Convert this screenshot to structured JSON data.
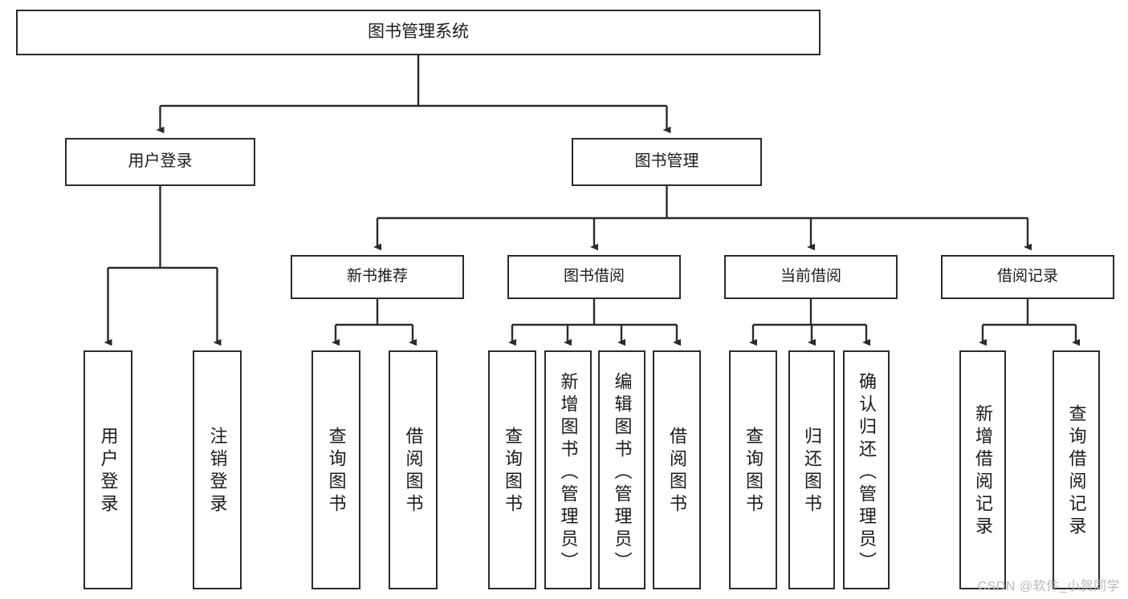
{
  "diagram": {
    "title": "图书管理系统",
    "type": "tree",
    "stroke_color": "#2b2b2b",
    "fill_color": "#ffffff",
    "text_color": "#1a1a1a",
    "root": {
      "label": "图书管理系统"
    },
    "level1": [
      {
        "label": "用户登录"
      },
      {
        "label": "图书管理"
      }
    ],
    "level2": [
      {
        "label": "新书推荐"
      },
      {
        "label": "图书借阅"
      },
      {
        "label": "当前借阅"
      },
      {
        "label": "借阅记录"
      }
    ],
    "leaves": [
      {
        "label": "用户登录",
        "parent": "用户登录"
      },
      {
        "label": "注销登录",
        "parent": "用户登录"
      },
      {
        "label": "查询图书",
        "parent": "新书推荐"
      },
      {
        "label": "借阅图书",
        "parent": "新书推荐"
      },
      {
        "label": "查询图书",
        "parent": "图书借阅"
      },
      {
        "label": "新增图书（管理员）",
        "parent": "图书借阅"
      },
      {
        "label": "编辑图书（管理员）",
        "parent": "图书借阅"
      },
      {
        "label": "借阅图书",
        "parent": "图书借阅"
      },
      {
        "label": "查询图书",
        "parent": "当前借阅"
      },
      {
        "label": "归还图书",
        "parent": "当前借阅"
      },
      {
        "label": "确认归还（管理员）",
        "parent": "当前借阅"
      },
      {
        "label": "新增借阅记录",
        "parent": "借阅记录"
      },
      {
        "label": "查询借阅记录",
        "parent": "借阅记录"
      }
    ]
  },
  "watermark": {
    "text": "CSDN @软件_小贺同学"
  }
}
